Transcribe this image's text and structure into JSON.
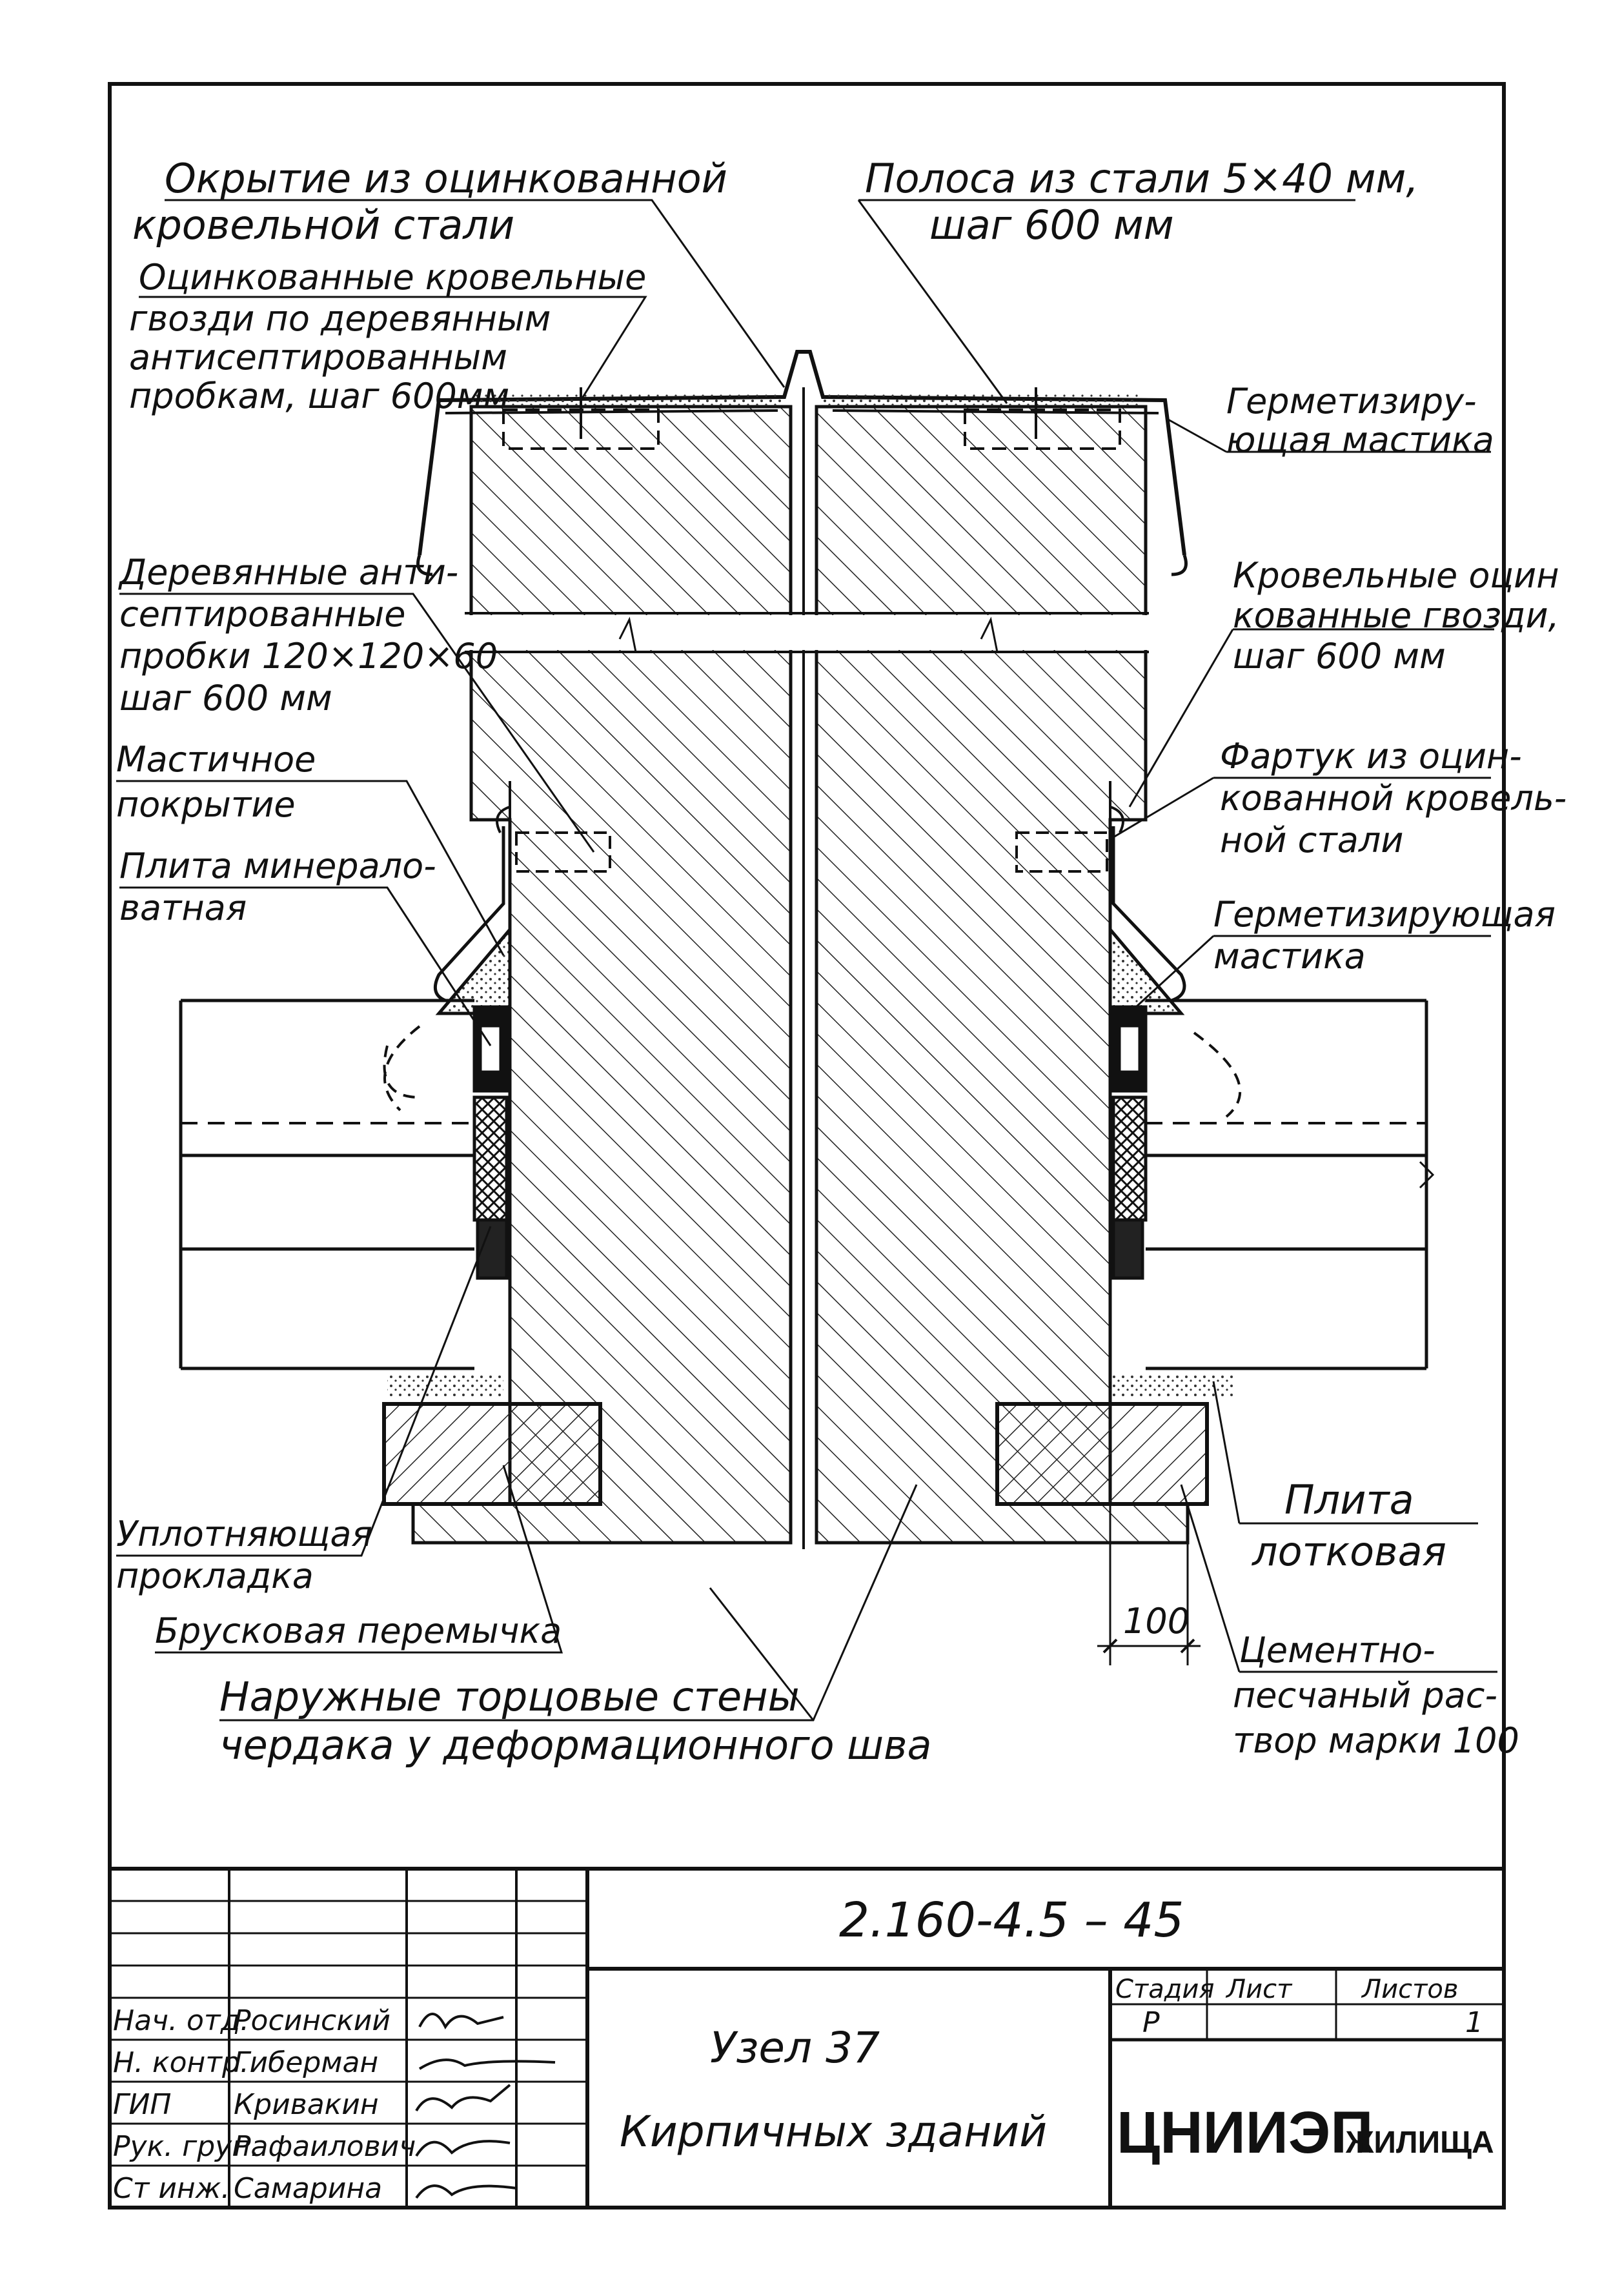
{
  "labels": {
    "roof_cover_1": "Окрытие из оцинкованной",
    "roof_cover_2": "кровельной стали",
    "strip_1": "Полоса из стали 5×40 мм,",
    "strip_2": "шаг 600 мм",
    "nails_1": "Оцинкованные кровельные",
    "nails_2": "гвозди по деревянным",
    "nails_3": "антисептированным",
    "nails_4": "пробкам, шаг 600мм",
    "sealing_top_1": "Герметизиру-",
    "sealing_top_2": "ющая мастика",
    "plugs_1": "Деревянные анти-",
    "plugs_2": "септированные",
    "plugs_3": "пробки 120×120×60",
    "plugs_4": "шаг 600 мм",
    "roof_nails_1": "Кровельные оцин",
    "roof_nails_2": "кованные гвозди,",
    "roof_nails_3": "шаг 600 мм",
    "mastic_cover_1": "Мастичное",
    "mastic_cover_2": "покрытие",
    "apron_1": "Фартук из оцин-",
    "apron_2": "кованной кровель-",
    "apron_3": "ной стали",
    "mineral_1": "Плита минерало-",
    "mineral_2": "ватная",
    "sealing_right_1": "Герметизирующая",
    "sealing_right_2": "мастика",
    "gasket_1": "Уплотняющая",
    "gasket_2": "прокладка",
    "tray_1": "Плита",
    "tray_2": "лотковая",
    "lintel": "Брусковая перемычка",
    "dim_100": "100",
    "walls_1": "Наружные торцовые стены",
    "walls_2": "чердака у деформационного шва",
    "mortar_1": "Цементно-",
    "mortar_2": "песчаный рас-",
    "mortar_3": "твор марки 100"
  },
  "title_block": {
    "code": "2.160-4.5 – 45",
    "title_1": "Узел 37",
    "title_2": "Кирпичных зданий",
    "stage_header": "Стадия",
    "sheet_header": "Лист",
    "sheets_header": "Листов",
    "stage_value": "Р",
    "sheet_value": "",
    "sheets_value": "1",
    "org_main": "ЦНИИЭП",
    "org_sub": "ЖИЛИЩА",
    "roles": [
      {
        "role": "Нач. отд.",
        "name": "Росинский"
      },
      {
        "role": "Н. контр.",
        "name": "Гиберман"
      },
      {
        "role": "ГИП",
        "name": "Кривакин"
      },
      {
        "role": "Рук. груп.",
        "name": "Рафаилович"
      },
      {
        "role": "Ст инж.",
        "name": "Самарина"
      }
    ]
  }
}
